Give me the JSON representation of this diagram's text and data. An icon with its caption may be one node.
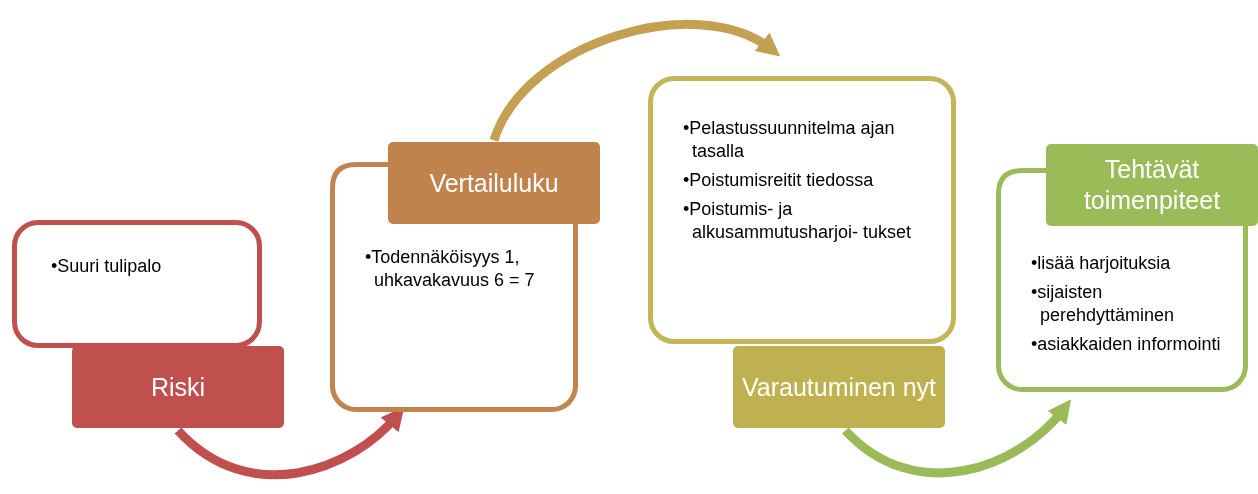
{
  "diagram": {
    "nodes": [
      {
        "text": [
          "•Suuri tulipalo"
        ]
      },
      {
        "text": [
          "Riski"
        ]
      },
      {
        "text": [
          "•Todennäköisyys 1, uhkavakavuus 6 = 7"
        ]
      },
      {
        "text": [
          "Vertailuluku"
        ]
      },
      {
        "text": [
          "•Pelastussuunnitelma ajan tasalla",
          "•Poistumisreitit tiedossa",
          "•Poistumis- ja alkusammutusharjoi- tukset"
        ]
      },
      {
        "text": [
          "Varautuminen nyt"
        ]
      },
      {
        "text": [
          "•lisää harjoituksia",
          "•sijaisten perehdyttäminen",
          "•asiakkaiden informointi"
        ]
      },
      {
        "text": [
          "Tehtävät toimenpiteet"
        ]
      }
    ],
    "edges": [
      {
        "from": 1,
        "to": 2,
        "arrow": "to",
        "color": "#c0504d"
      },
      {
        "from": 3,
        "to": 4,
        "arrow": "to",
        "color": "#c3a052"
      },
      {
        "from": 5,
        "to": 6,
        "arrow": "to",
        "color": "#9bbb59"
      }
    ]
  }
}
